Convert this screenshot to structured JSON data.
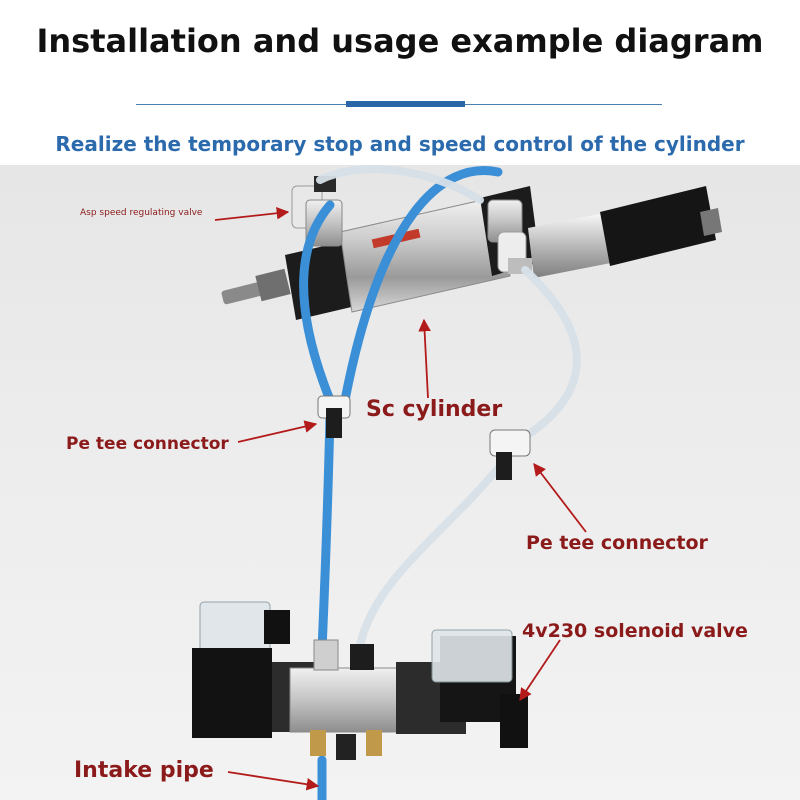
{
  "header": {
    "title": "Installation and usage example diagram",
    "subtitle": "Realize the temporary stop and speed control of the cylinder"
  },
  "labels": {
    "asp_valve": "Asp speed regulating valve",
    "sc_cylinder": "Sc cylinder",
    "pe_tee_left": "Pe tee connector",
    "pe_tee_right": "Pe tee connector",
    "solenoid_valve": "4v230 solenoid valve",
    "intake_pipe": "Intake pipe"
  },
  "colors": {
    "title": "#111111",
    "subtitle": "#2b6aac",
    "label_red": "#8b1a1a",
    "rule": "#2b66a8",
    "blue_hose": "#3b8fd6",
    "clear_hose": "#dfe7ee"
  }
}
